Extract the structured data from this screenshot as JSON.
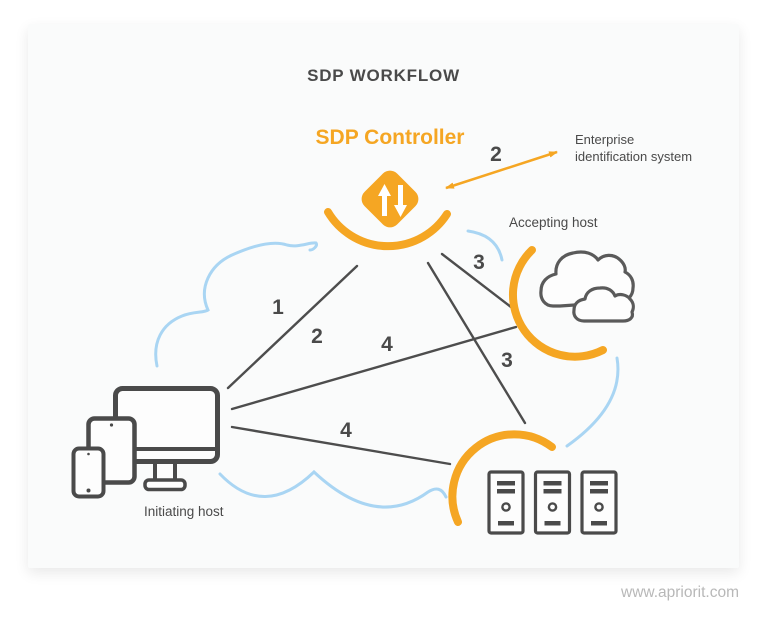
{
  "title": "SDP WORKFLOW",
  "controller": {
    "label": "SDP Controller",
    "icon": "transfer-arrows-icon"
  },
  "enterprise_system": {
    "line1": "Enterprise",
    "line2": "identification system"
  },
  "accepting_host": {
    "label": "Accepting host",
    "icon": "cloud-icon"
  },
  "initiating_host": {
    "label": "Initiating host",
    "icon": "devices-icon"
  },
  "servers": {
    "icon": "server-rack-icon",
    "count": 3
  },
  "steps": {
    "host_to_controller_1": "1",
    "host_to_controller_2": "2",
    "controller_to_enterprise": "2",
    "controller_to_accepting": "3",
    "controller_to_servers": "3",
    "host_to_accepting": "4",
    "host_to_servers": "4"
  },
  "connections": [
    {
      "from": "initiating-host",
      "to": "sdp-controller",
      "labels": [
        "1",
        "2"
      ],
      "style": "gray-line"
    },
    {
      "from": "sdp-controller",
      "to": "enterprise-identification-system",
      "labels": [
        "2"
      ],
      "style": "orange-double-arrow"
    },
    {
      "from": "sdp-controller",
      "to": "accepting-host",
      "labels": [
        "3"
      ],
      "style": "gray-line"
    },
    {
      "from": "sdp-controller",
      "to": "servers",
      "labels": [
        "3"
      ],
      "style": "gray-line"
    },
    {
      "from": "initiating-host",
      "to": "accepting-host",
      "labels": [
        "4"
      ],
      "style": "gray-line"
    },
    {
      "from": "initiating-host",
      "to": "servers",
      "labels": [
        "4"
      ],
      "style": "gray-line"
    }
  ],
  "watermark": "www.apriorit.com",
  "colors": {
    "accent_orange": "#f5a623",
    "dark_gray": "#4a4a4a",
    "light_blue": "#a9d5f3",
    "card_background": "#fafbfb"
  }
}
